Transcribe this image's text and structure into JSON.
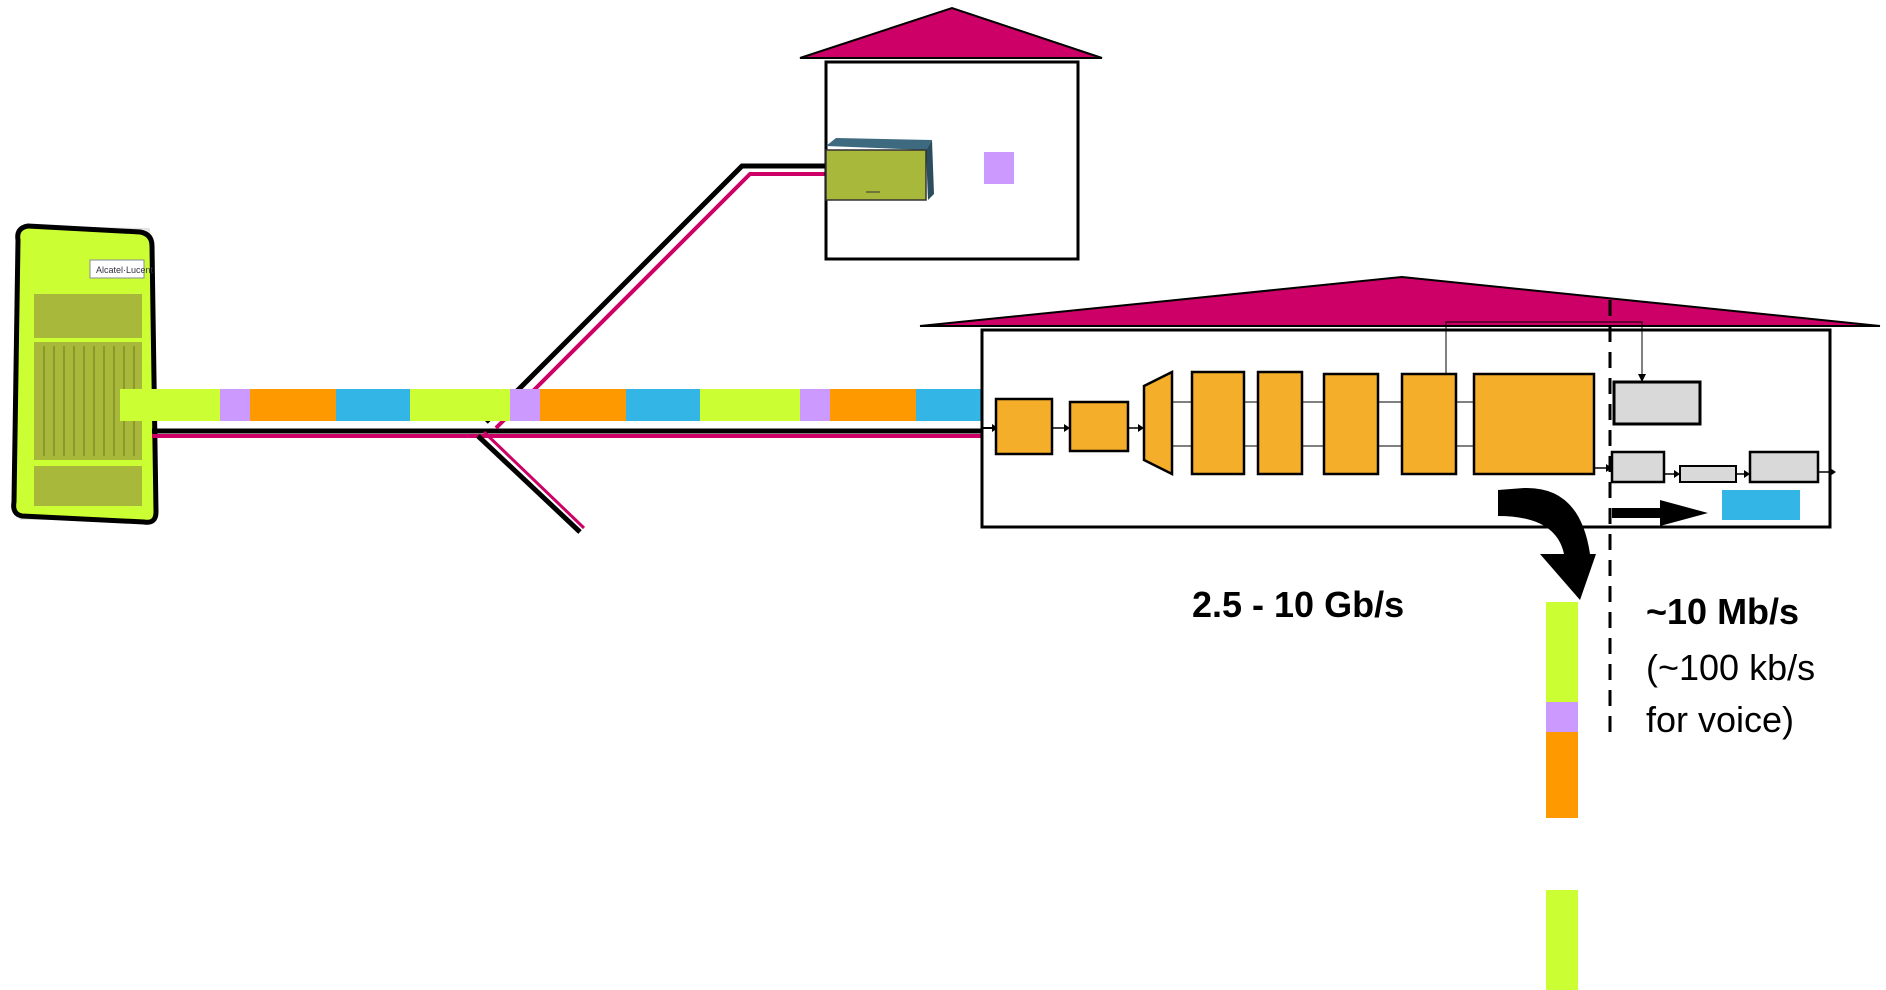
{
  "labels": {
    "downstream_rate": "2.5 - 10 Gb/s",
    "user_rate": "~10 Mb/s",
    "voice_rate_line1": "(~100 kb/s",
    "voice_rate_line2": "for voice)",
    "olt_logo": "Alcatel·Lucent"
  },
  "colors": {
    "roof": "#CC0066",
    "olt_body": "#CCFF33",
    "olt_panel": "#A8B83A",
    "fiber": "#CC0066",
    "processing_block": "#F5AE2A",
    "buffer_block": "#D9D9D9",
    "segment_green": "#CCFF33",
    "segment_violet": "#CC99FF",
    "segment_orange": "#FF9900",
    "segment_blue": "#33B5E5",
    "ont_body": "#A8B83A",
    "ont_top": "#3E6A80"
  },
  "tdm_frame": [
    "green",
    "violet",
    "orange",
    "blue",
    "green",
    "violet",
    "orange",
    "blue",
    "green",
    "violet",
    "orange",
    "blue"
  ],
  "extracted_stream": [
    "green",
    "violet",
    "orange",
    "gap",
    "green"
  ],
  "user_slot": "blue",
  "small_house_slot": "violet",
  "icons": {
    "olt": "olt-cabinet-icon",
    "ont": "ont-box-icon",
    "turn_arrow": "curved-down-arrow-icon",
    "flow_arrow": "right-arrow-icon"
  }
}
